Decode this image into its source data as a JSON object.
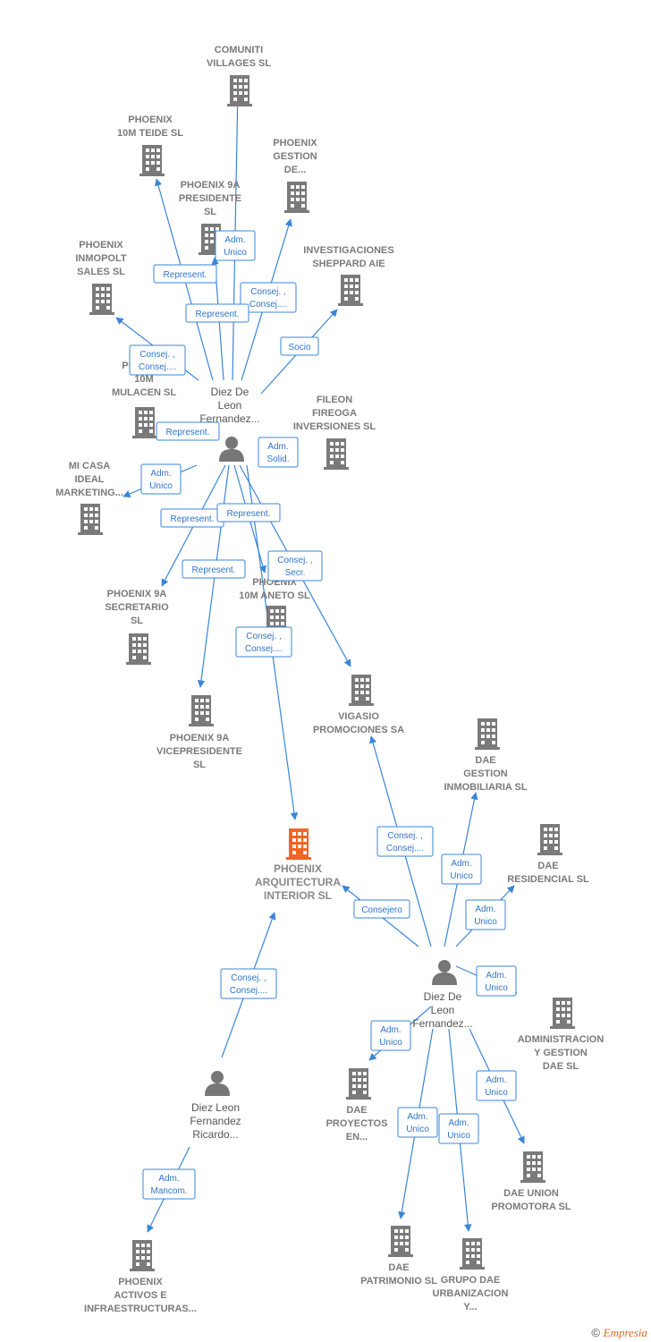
{
  "colors": {
    "edge": "#3a85d8",
    "building": "#7a7a7a",
    "highlight": "#f26522",
    "person": "#777777"
  },
  "companies": [
    {
      "id": "comuniti",
      "lines": [
        "COMUNITI",
        "VILLAGES  SL"
      ]
    },
    {
      "id": "teide",
      "lines": [
        "PHOENIX",
        "10M TEIDE  SL"
      ]
    },
    {
      "id": "gestion",
      "lines": [
        "PHOENIX",
        "GESTION",
        "DE..."
      ]
    },
    {
      "id": "presidente",
      "lines": [
        "PHOENIX 9A",
        "PRESIDENTE",
        "SL"
      ]
    },
    {
      "id": "inmopolt",
      "lines": [
        "PHOENIX",
        "INMOPOLT",
        "SALES  SL"
      ]
    },
    {
      "id": "sheppard",
      "lines": [
        "INVESTIGACIONES",
        "SHEPPARD AIE"
      ]
    },
    {
      "id": "mulacen",
      "lines": [
        "PHOENIX",
        "10M",
        "MULACEN  SL"
      ]
    },
    {
      "id": "fileon",
      "lines": [
        "FILEON",
        "FIREOGA",
        "INVERSIONES SL"
      ]
    },
    {
      "id": "micasa",
      "lines": [
        "MI CASA",
        "IDEAL",
        "MARKETING..."
      ]
    },
    {
      "id": "secretario",
      "lines": [
        "PHOENIX 9A",
        "SECRETARIO",
        "SL"
      ]
    },
    {
      "id": "aneto",
      "lines": [
        "PHOENIX",
        "10M ANETO  SL"
      ]
    },
    {
      "id": "vicepresidente",
      "lines": [
        "PHOENIX 9A",
        "VICEPRESIDENTE",
        "SL"
      ]
    },
    {
      "id": "vigasio",
      "lines": [
        "VIGASIO",
        "PROMOCIONES SA"
      ]
    },
    {
      "id": "daegestion",
      "lines": [
        "DAE",
        "GESTION",
        "INMOBILIARIA SL"
      ]
    },
    {
      "id": "arquitectura",
      "lines": [
        "PHOENIX",
        "ARQUITECTURA",
        "INTERIOR  SL"
      ],
      "main": true
    },
    {
      "id": "daeresidencial",
      "lines": [
        "DAE",
        "RESIDENCIAL SL"
      ]
    },
    {
      "id": "admgestion",
      "lines": [
        "ADMINISTRACION",
        "Y GESTION",
        "DAE  SL"
      ]
    },
    {
      "id": "daeproyectos",
      "lines": [
        "DAE",
        "PROYECTOS",
        "EN..."
      ]
    },
    {
      "id": "daeunion",
      "lines": [
        "DAE UNION",
        "PROMOTORA SL"
      ]
    },
    {
      "id": "daepatrimonio",
      "lines": [
        "DAE",
        "PATRIMONIO SL"
      ]
    },
    {
      "id": "grupodae",
      "lines": [
        "GRUPO DAE",
        "URBANIZACION",
        "Y..."
      ]
    },
    {
      "id": "activos",
      "lines": [
        "PHOENIX",
        "ACTIVOS E",
        "INFRAESTRUCTURAS..."
      ]
    }
  ],
  "persons": [
    {
      "id": "p1",
      "lines": [
        "Diez De",
        "Leon",
        "Fernandez..."
      ]
    },
    {
      "id": "p2",
      "lines": [
        "Diez De",
        "Leon",
        "Fernandez..."
      ]
    },
    {
      "id": "p3",
      "lines": [
        "Diez Leon",
        "Fernandez",
        "Ricardo..."
      ]
    }
  ],
  "edge_labels": [
    {
      "id": "e_adm_unico_pres",
      "lines": [
        "Adm.",
        "Unico"
      ]
    },
    {
      "id": "e_represent_teide",
      "lines": [
        "Represent."
      ]
    },
    {
      "id": "e_consej_gestion",
      "lines": [
        "Consej. ,",
        "Consej...."
      ]
    },
    {
      "id": "e_represent_pres",
      "lines": [
        "Represent."
      ]
    },
    {
      "id": "e_socio",
      "lines": [
        "Socio"
      ]
    },
    {
      "id": "e_consej_inmopolt",
      "lines": [
        "Consej. ,",
        "Consej...."
      ]
    },
    {
      "id": "e_represent_mulacen",
      "lines": [
        "Represent."
      ]
    },
    {
      "id": "e_adm_solid",
      "lines": [
        "Adm.",
        "Solid."
      ]
    },
    {
      "id": "e_adm_unico_micasa",
      "lines": [
        "Adm.",
        "Unico"
      ]
    },
    {
      "id": "e_represent_secr",
      "lines": [
        "Represent."
      ]
    },
    {
      "id": "e_represent_aneto",
      "lines": [
        "Represent."
      ]
    },
    {
      "id": "e_consej_secr_vigasio",
      "lines": [
        "Consej. ,",
        "Secr."
      ]
    },
    {
      "id": "e_represent_vice",
      "lines": [
        "Represent."
      ]
    },
    {
      "id": "e_consej_arq",
      "lines": [
        "Consej. ,",
        "Consej...."
      ]
    },
    {
      "id": "e_consej_vigasio2",
      "lines": [
        "Consej. ,",
        "Consej...."
      ]
    },
    {
      "id": "e_adm_unico_daegestion",
      "lines": [
        "Adm.",
        "Unico"
      ]
    },
    {
      "id": "e_adm_unico_daeres",
      "lines": [
        "Adm.",
        "Unico"
      ]
    },
    {
      "id": "e_consejero",
      "lines": [
        "Consejero"
      ]
    },
    {
      "id": "e_adm_unico_admgestion",
      "lines": [
        "Adm.",
        "Unico"
      ]
    },
    {
      "id": "e_adm_unico_proyectos",
      "lines": [
        "Adm.",
        "Unico"
      ]
    },
    {
      "id": "e_adm_unico_union",
      "lines": [
        "Adm.",
        "Unico"
      ]
    },
    {
      "id": "e_adm_unico_patrimonio",
      "lines": [
        "Adm.",
        "Unico"
      ]
    },
    {
      "id": "e_adm_unico_grupo",
      "lines": [
        "Adm.",
        "Unico"
      ]
    },
    {
      "id": "e_consej_p3",
      "lines": [
        "Consej. ,",
        "Consej...."
      ]
    },
    {
      "id": "e_adm_mancom",
      "lines": [
        "Adm.",
        "Mancom."
      ]
    }
  ],
  "footer": {
    "copyright": "©",
    "brand": "Empresia"
  }
}
